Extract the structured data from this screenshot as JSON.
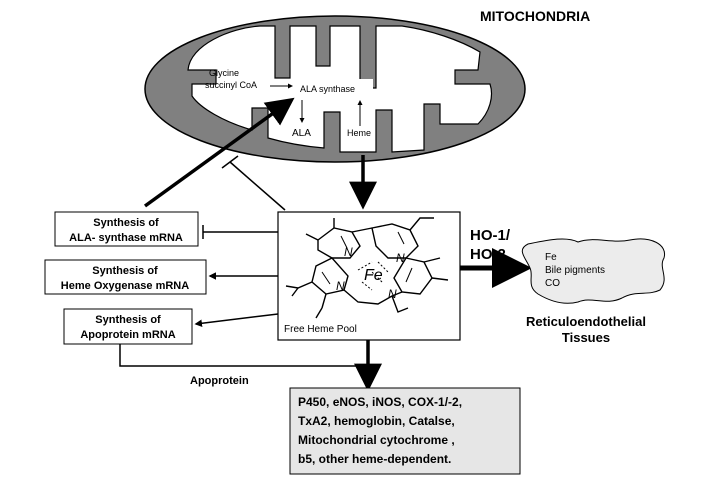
{
  "title": "MITOCHONDRIA",
  "mito": {
    "glycine": "Glycine",
    "succinyl": "succinyl CoA",
    "ala_synthase": "ALA synthase",
    "ala": "ALA",
    "heme": "Heme"
  },
  "left_boxes": {
    "ala_mrna": [
      "Synthesis of",
      "ALA- synthase mRNA"
    ],
    "ho_mrna": [
      "Synthesis of",
      "Heme Oxygenase mRNA"
    ],
    "apo_mrna": [
      "Synthesis of",
      "Apoprotein mRNA"
    ]
  },
  "heme_pool": {
    "label": "Free Heme Pool",
    "fe": "Fe",
    "n": "N"
  },
  "ho_label": [
    "HO-1/",
    "HO-2"
  ],
  "tissue": {
    "items": [
      "Fe",
      "Bile pigments",
      "CO"
    ],
    "label": [
      "Reticuloendothelial",
      "Tissues"
    ]
  },
  "apoprotein": "Apoprotein",
  "products": [
    "P450, eNOS, iNOS, COX-1/-2,",
    "TxA2, hemoglobin, Catalse,",
    "Mitochondrial cytochrome ,",
    "b5, other heme-dependent."
  ],
  "colors": {
    "membrane": "#808080",
    "inner": "#ffffff",
    "products_bg": "#e6e6e6",
    "tissue_bg": "#ececec"
  }
}
